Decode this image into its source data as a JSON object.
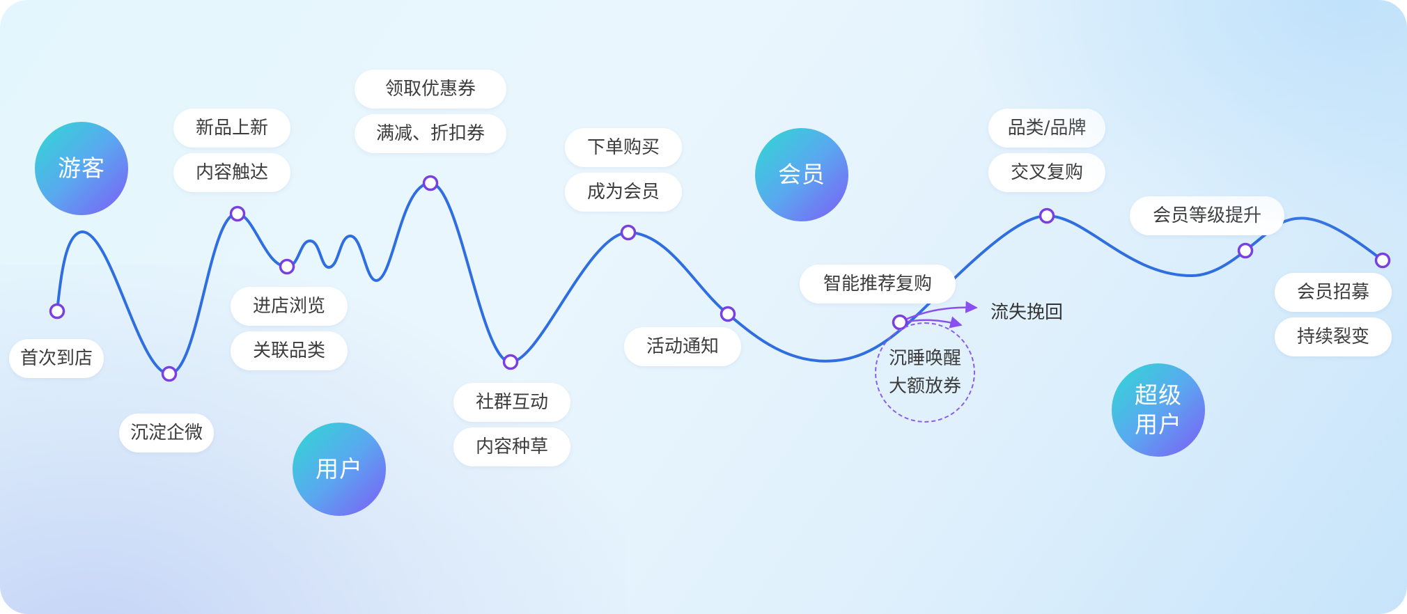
{
  "colors": {
    "curve": "#2f6ee0",
    "node_stroke": "#7a3fe0",
    "node_fill": "#ffffff",
    "arrow": "#8a4ff0"
  },
  "stages": {
    "visitor": "游客",
    "user": "用户",
    "member": "会员",
    "super_user_line1": "超级",
    "super_user_line2": "用户"
  },
  "labels": {
    "first_visit": "首次到店",
    "wecom": "沉淀企微",
    "new_arrival": "新品上新",
    "content_reach": "内容触达",
    "store_browse": "进店浏览",
    "related_category": "关联品类",
    "claim_coupon": "领取优惠券",
    "discount_coupon": "满减、折扣券",
    "community": "社群互动",
    "content_seeding": "内容种草",
    "place_order": "下单购买",
    "become_member": "成为会员",
    "event_notice": "活动通知",
    "smart_repurchase": "智能推荐复购",
    "churn_recovery": "流失挽回",
    "dormant_wake": "沉睡唤醒",
    "big_coupon": "大额放券",
    "category_brand": "品类/品牌",
    "cross_repurchase": "交叉复购",
    "tier_upgrade": "会员等级提升",
    "member_recruit": "会员招募",
    "viral_growth": "持续裂变"
  }
}
